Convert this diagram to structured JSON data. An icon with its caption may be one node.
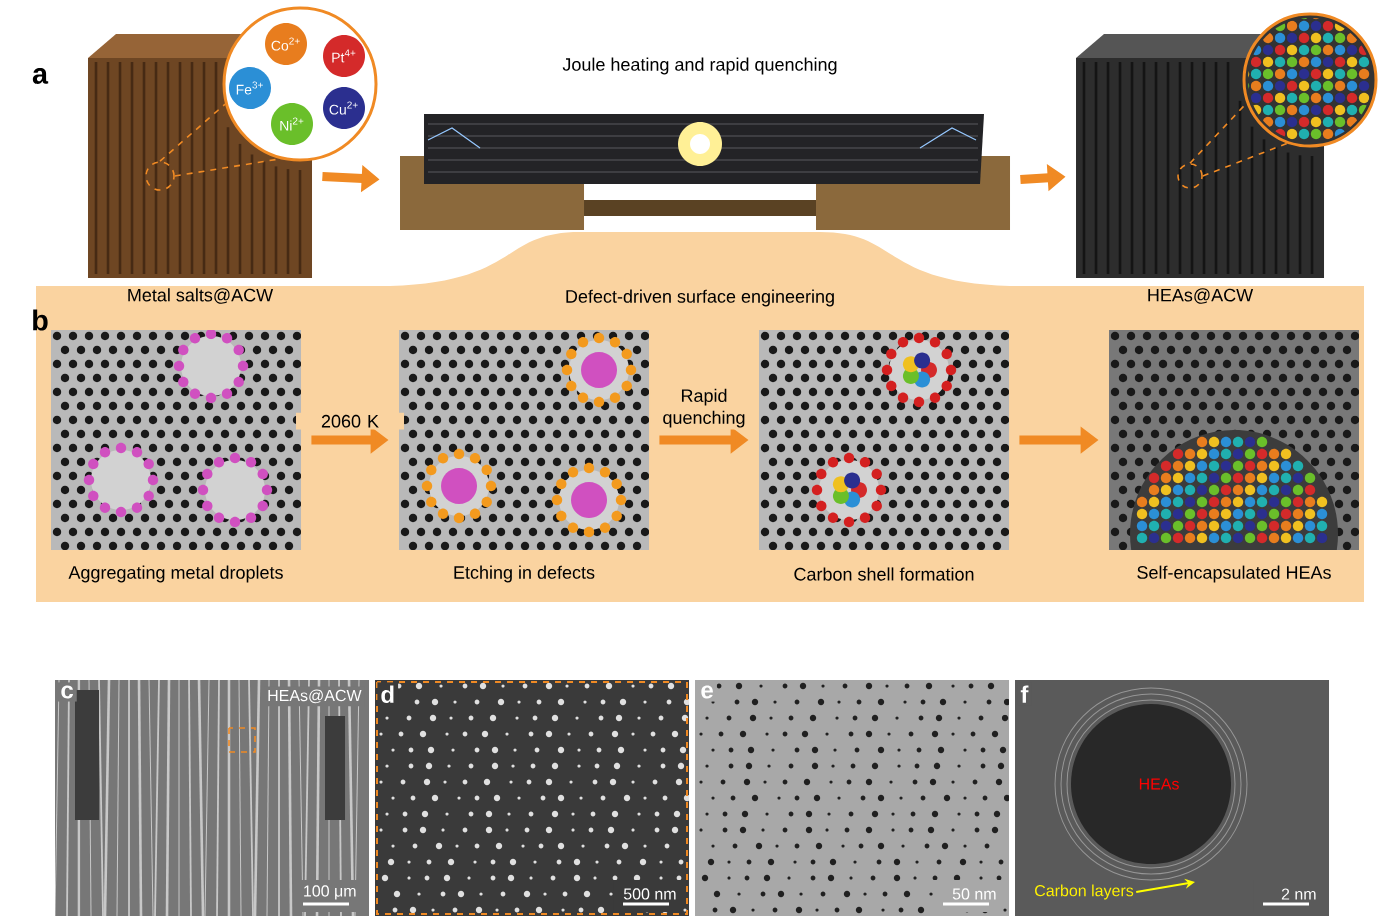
{
  "diagram": {
    "nodes": [
      {
        "text": [],
        "shape": "picture",
        "beside": [
          "Metal salts@ACW"
        ]
      },
      {
        "text": [],
        "shape": "circle",
        "in": 0
      },
      {
        "text": [
          "Co$^{2+}$",
          "Pt$^{4+}$",
          "Fe$^{3+}$",
          "Ni$^{2+}$",
          "Cu$^{2+}$"
        ]
      },
      {
        "text": [],
        "shape": "picture",
        "beside": [
          "Joule heating and rapid quenching"
        ]
      },
      {
        "text": [],
        "shape": "picture",
        "beside": [
          "HEAs@ACW"
        ]
      },
      {
        "text": [],
        "shape": "circle",
        "in": 4
      },
      {
        "text": [],
        "shape": "picture"
      },
      {
        "text": [
          "Defect-driven surface engineering"
        ]
      },
      {
        "text": [],
        "shape": "picture",
        "in": 7,
        "beside": [
          "Aggregating metal droplets"
        ]
      },
      {
        "text": [],
        "shape": "picture",
        "in": 7,
        "beside": [
          "Etching in defects"
        ]
      },
      {
        "text": [],
        "shape": "picture",
        "in": 7,
        "beside": [
          "Carbon shell formation"
        ]
      },
      {
        "text": [],
        "shape": "picture",
        "in": 7,
        "beside": [
          "Self-encapsulated HEAs"
        ]
      },
      {
        "text": [
          "c",
          "HEAs@ACW",
          "100 μm"
        ]
      },
      {
        "text": [
          "d",
          "500 nm"
        ]
      },
      {
        "text": [
          "e",
          "50 nm"
        ]
      },
      {
        "text": [
          "f",
          "HEAs",
          "2 nm"
        ]
      },
      {
        "text": [
          "Carbon layers"
        ],
        "in": 15
      }
    ],
    "edges": [
      {
        "from": 1,
        "to": 2,
        "arrow": "none",
        "style": "dashed"
      },
      {
        "from": 1,
        "to": 2,
        "arrow": "none",
        "style": "dashed"
      },
      {
        "from": 0,
        "to": 3,
        "arrow": "to",
        "style": "thick"
      },
      {
        "from": 3,
        "to": 4,
        "arrow": "to",
        "style": "thick"
      },
      {
        "from": 5,
        "to": 6,
        "arrow": "none",
        "style": "dashed"
      },
      {
        "from": 5,
        "to": 6,
        "arrow": "none",
        "style": "dashed"
      },
      {
        "from": 8,
        "to": 9,
        "arrow": "to",
        "style": "thick",
        "label": "2060 K"
      },
      {
        "from": 9,
        "to": 10,
        "arrow": "to",
        "style": "thick",
        "label": "Rapid quenching"
      },
      {
        "from": 10,
        "to": 11,
        "arrow": "to",
        "style": "thick"
      },
      {
        "from": 16,
        "to": null,
        "arrow": "to",
        "color": "#ffff00"
      }
    ],
    "labels": [
      "a",
      "b"
    ]
  }
}
